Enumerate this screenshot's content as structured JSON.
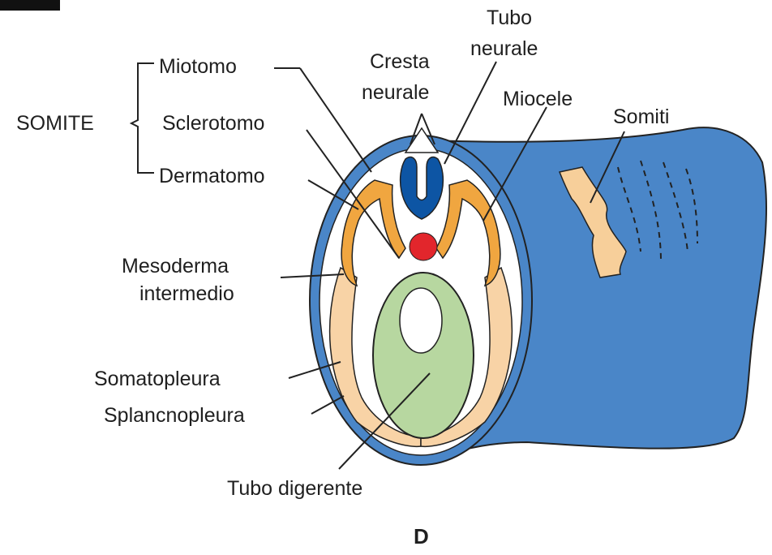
{
  "labels": {
    "somite": "SOMITE",
    "miotomo": "Miotomo",
    "sclerotomo": "Sclerotomo",
    "dermatomo": "Dermatomo",
    "cresta_line1": "Cresta",
    "cresta_line2": "neurale",
    "tubo_line1": "Tubo",
    "tubo_line2": "neurale",
    "miocele": "Miocele",
    "somiti": "Somiti",
    "mesoderma_line1": "Mesoderma",
    "mesoderma_line2": "intermedio",
    "somatopleura": "Somatopleura",
    "splancnopleura": "Splancnopleura",
    "tubo_digerente": "Tubo digerente"
  },
  "panel_letter": "D",
  "colors": {
    "ectoderm_blue": "#4a86c8",
    "neural_tube_blue": "#0d55a4",
    "mesoderm_orange": "#f0a640",
    "mesoderm_light": "#f8d3a6",
    "endoderm_green": "#b7d7a0",
    "notochord_red": "#e2262c",
    "outline": "#222222"
  }
}
